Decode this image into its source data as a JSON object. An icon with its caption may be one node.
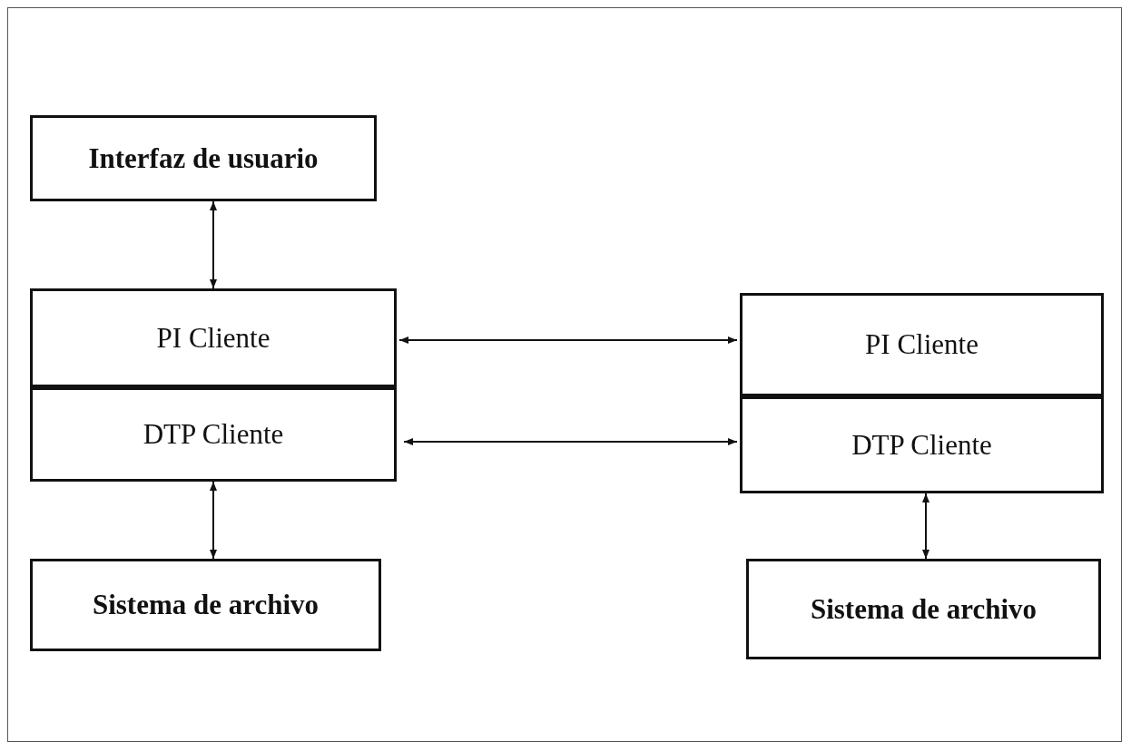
{
  "diagram": {
    "nodes": [
      {
        "text": [
          "Interfaz de usuario"
        ]
      },
      {
        "text": [
          "PI Cliente"
        ]
      },
      {
        "text": [
          "DTP Cliente"
        ]
      },
      {
        "text": [
          "Sistema de archivo"
        ]
      },
      {
        "text": [
          "PI Cliente"
        ]
      },
      {
        "text": [
          "DTP Cliente"
        ]
      },
      {
        "text": [
          "Sistema de archivo"
        ]
      }
    ],
    "edges": [
      {
        "from": 0,
        "to": 1,
        "arrow": "both"
      },
      {
        "from": 1,
        "to": 4,
        "arrow": "both"
      },
      {
        "from": 2,
        "to": 5,
        "arrow": "both"
      },
      {
        "from": 2,
        "to": 3,
        "arrow": "both"
      },
      {
        "from": 5,
        "to": 6,
        "arrow": "both"
      }
    ]
  }
}
